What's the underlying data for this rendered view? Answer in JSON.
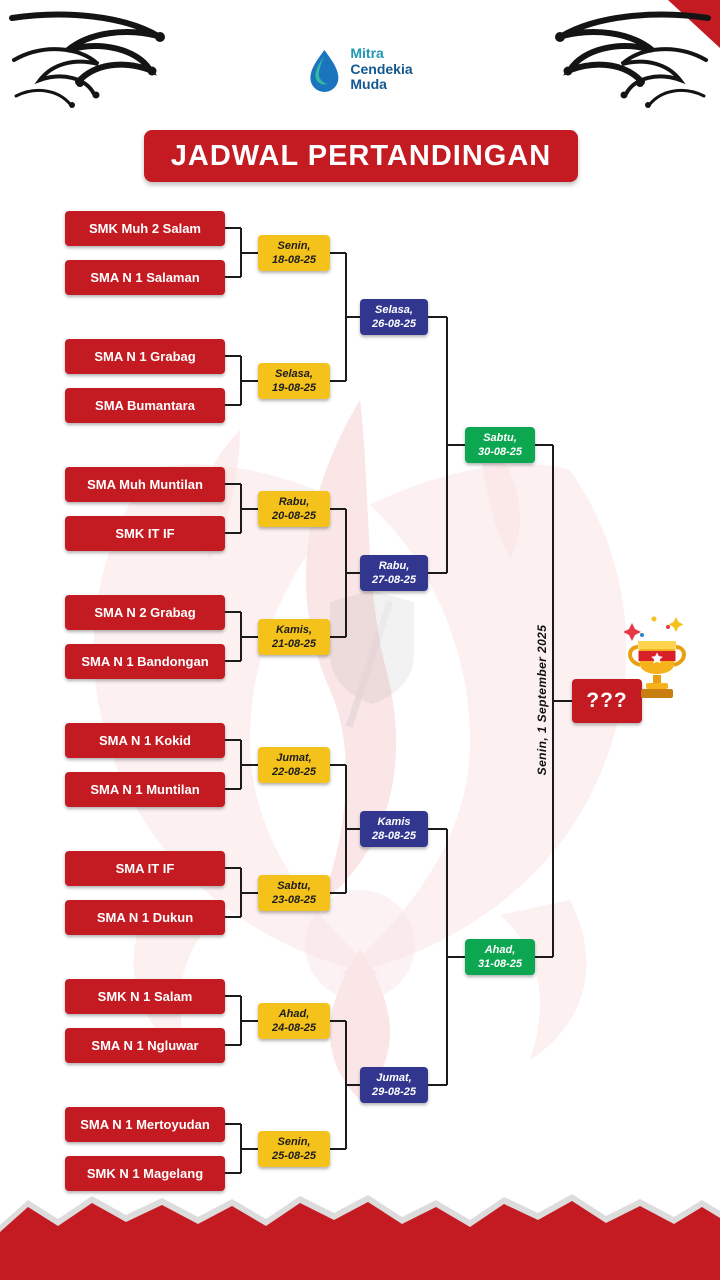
{
  "header": {
    "logo": {
      "line1": "Mitra",
      "line2": "Cendekia",
      "line3": "Muda"
    },
    "title": "JADWAL PERTANDINGAN"
  },
  "colors": {
    "red": "#C41A22",
    "yellow": "#F5C21B",
    "blue": "#32368F",
    "green": "#0CA750"
  },
  "icons": {
    "logo-drop-icon": "teardrop",
    "flourish-left-icon": "calligraphic-swirl",
    "flourish-right-icon": "calligraphic-swirl",
    "trophy-icon": "gold-trophy-with-star-band",
    "star-icon": "★"
  },
  "round1": {
    "matches": [
      {
        "team_a": "SMK Muh 2 Salam",
        "team_b": "SMA N 1 Salaman",
        "day": "Senin,",
        "date": "18-08-25"
      },
      {
        "team_a": "SMA N 1 Grabag",
        "team_b": "SMA Bumantara",
        "day": "Selasa,",
        "date": "19-08-25"
      },
      {
        "team_a": "SMA Muh Muntilan",
        "team_b": "SMK IT IF",
        "day": "Rabu,",
        "date": "20-08-25"
      },
      {
        "team_a": "SMA N 2 Grabag",
        "team_b": "SMA N 1 Bandongan",
        "day": "Kamis,",
        "date": "21-08-25"
      },
      {
        "team_a": "SMA N 1 Kokid",
        "team_b": "SMA N 1 Muntilan",
        "day": "Jumat,",
        "date": "22-08-25"
      },
      {
        "team_a": "SMA IT IF",
        "team_b": "SMA N 1 Dukun",
        "day": "Sabtu,",
        "date": "23-08-25"
      },
      {
        "team_a": "SMK N 1 Salam",
        "team_b": "SMA N 1 Ngluwar",
        "day": "Ahad,",
        "date": "24-08-25"
      },
      {
        "team_a": "SMA N 1 Mertoyudan",
        "team_b": "SMK N 1 Magelang",
        "day": "Senin,",
        "date": "25-08-25"
      }
    ]
  },
  "round2": [
    {
      "day": "Selasa,",
      "date": "26-08-25"
    },
    {
      "day": "Rabu,",
      "date": "27-08-25"
    },
    {
      "day": "Kamis",
      "date": "28-08-25"
    },
    {
      "day": "Jumat,",
      "date": "29-08-25"
    }
  ],
  "round3": [
    {
      "day": "Sabtu,",
      "date": "30-08-25"
    },
    {
      "day": "Ahad,",
      "date": "31-08-25"
    }
  ],
  "final": {
    "label": "???",
    "date_vertical": "Senin, 1 September 2025"
  }
}
